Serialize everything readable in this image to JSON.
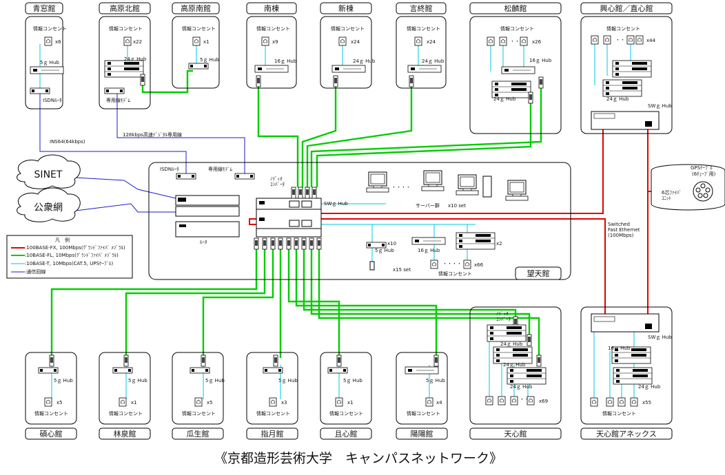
{
  "title": "《京都造形芸術大学　キャンパスネットワーク》",
  "buildings_top": [
    {
      "name": "青窓館",
      "outlets": "x6"
    },
    {
      "name": "高原北館",
      "outlets": "x22"
    },
    {
      "name": "高原南館",
      "outlets": "x1"
    },
    {
      "name": "南棟",
      "outlets": "x9"
    },
    {
      "name": "新棟",
      "outlets": "x24"
    },
    {
      "name": "言終館",
      "outlets": "x24"
    },
    {
      "name": "松麟館",
      "outlets": "x26"
    },
    {
      "name": "興心館／直心館",
      "outlets": "x44"
    }
  ],
  "buildings_bottom": [
    {
      "name": "碩心館",
      "outlets": "x5"
    },
    {
      "name": "林泉館",
      "outlets": "x1"
    },
    {
      "name": "瓜生館",
      "outlets": "x5"
    },
    {
      "name": "指月館",
      "outlets": "x3"
    },
    {
      "name": "且心館",
      "outlets": "x1"
    },
    {
      "name": "陽陽館",
      "outlets": "x4"
    },
    {
      "name": "天心館",
      "outlets": "x69"
    },
    {
      "name": "天心館アネックス",
      "outlets": "x55"
    }
  ],
  "center_building": "望天館",
  "clouds": [
    "SINET",
    "公衆網"
  ],
  "labels": {
    "outlet": "情報コンセント",
    "hub5": "5ｇ Hub",
    "hub16": "16ｇ Hub",
    "hub24": "24ｇ Hub",
    "sw_hub": "SWｇ Hub",
    "optical": "ﾉﾃﾞｨｵ\nｺﾝﾊﾞｰﾀ",
    "isdn": "ISDNﾙｰﾀ",
    "leased_modem": "専用線ﾓﾃﾞﾑ",
    "ins64": "INS64(64kbps)",
    "leased_line": "128kbps高速ﾃﾞｼﾞﾀﾙ専用線",
    "router": "ﾙｰﾀ",
    "server_group": "サーバー群",
    "x10set": "x10 set",
    "x15set": "x15 set",
    "x10": "x10",
    "x2": "x2",
    "x66": "x66",
    "gps_cable": "GPSｹｰﾌﾞﾙ",
    "gps_cable_sub": "(6ﾁｭｰﾌﾞ用)",
    "fiber_unit": "6芯ﾌｧｲﾊﾞ\nﾕﾆｯﾄ",
    "switched": "Switched\nFast Ethernet\n(100Mbps)"
  },
  "legend": {
    "title": "凡　例",
    "items": [
      {
        "text": ":100BASE-FX, 100Mbps(ｸﾞﾗﾝﾄﾞﾌｧｲﾊﾞ ﾒｿﾞﾗﾙ)",
        "color": "#e00000"
      },
      {
        "text": ":10BASE-FL, 10Mbps(ｸﾞﾗﾝﾄﾞﾌｧｲﾊﾞ ﾒｿﾞﾗﾙ)",
        "color": "#00cc00"
      },
      {
        "text": ":10BASE-T, 10Mbps(CAT.5, UPSｹｰﾌﾞﾙ)",
        "color": "#00c8e0"
      },
      {
        "text": ":通信回線",
        "color": "#1a1ad0"
      }
    ]
  },
  "colors": {
    "fx": "#e00000",
    "fl": "#00cc00",
    "utp": "#00c8e0",
    "line": "#1a1ad0"
  }
}
